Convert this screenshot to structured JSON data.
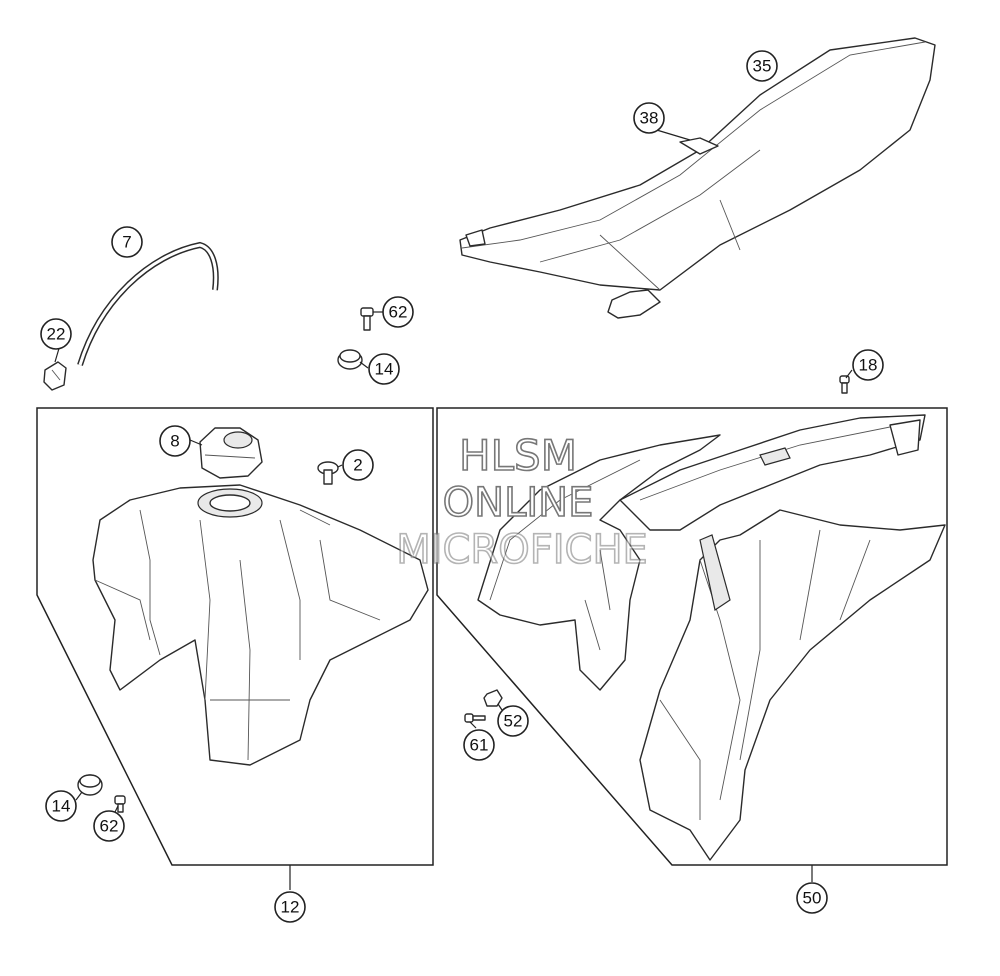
{
  "callouts": {
    "c35": "35",
    "c38": "38",
    "c7": "7",
    "c22": "22",
    "c62_top": "62",
    "c14_top": "14",
    "c18": "18",
    "c8": "8",
    "c2": "2",
    "c14_bottom": "14",
    "c62_bottom": "62",
    "c12": "12",
    "c52": "52",
    "c61": "61",
    "c50": "50"
  },
  "watermark": {
    "line1": "HLSM",
    "line2": "ONLINE",
    "line3": "MICROFICHE"
  }
}
